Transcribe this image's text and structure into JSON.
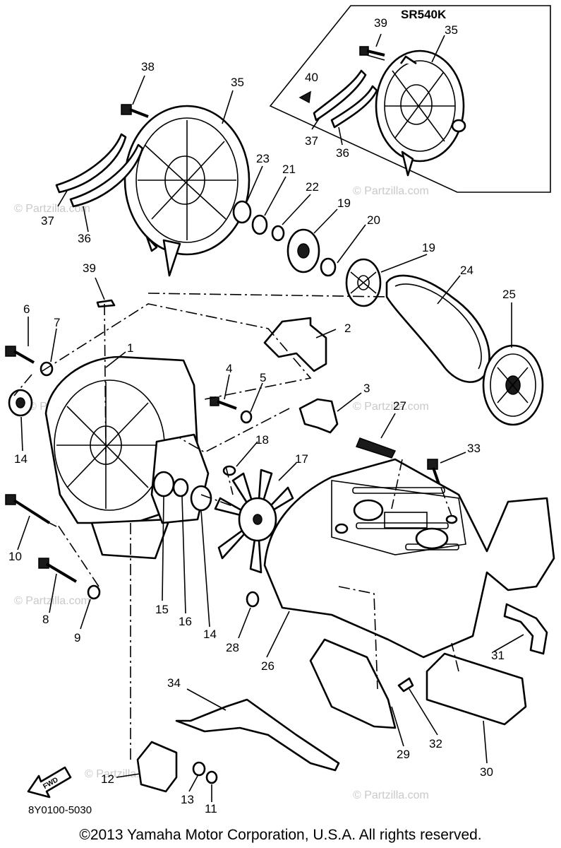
{
  "inset_model": "SR540K",
  "drawing_code": "8Y0100-5030",
  "copyright": "©2013 Yamaha Motor Corporation, U.S.A. All rights reserved.",
  "watermark": "© Partzilla.com",
  "fwd_label": "FWD",
  "callouts": {
    "c1": "1",
    "c2": "2",
    "c3": "3",
    "c4": "4",
    "c5": "5",
    "c6": "6",
    "c7": "7",
    "c8": "8",
    "c9": "9",
    "c10": "10",
    "c11": "11",
    "c12": "12",
    "c13": "13",
    "c14a": "14",
    "c14b": "14",
    "c15": "15",
    "c16": "16",
    "c17": "17",
    "c18": "18",
    "c19a": "19",
    "c19b": "19",
    "c20": "20",
    "c21": "21",
    "c22": "22",
    "c23": "23",
    "c24": "24",
    "c25": "25",
    "c26": "26",
    "c27": "27",
    "c28": "28",
    "c29": "29",
    "c30": "30",
    "c31": "31",
    "c32": "32",
    "c33": "33",
    "c34": "34",
    "c35a": "35",
    "c35b": "35",
    "c36a": "36",
    "c36b": "36",
    "c37a": "37",
    "c37b": "37",
    "c38": "38",
    "c39a": "39",
    "c39b": "39",
    "c40": "40"
  }
}
